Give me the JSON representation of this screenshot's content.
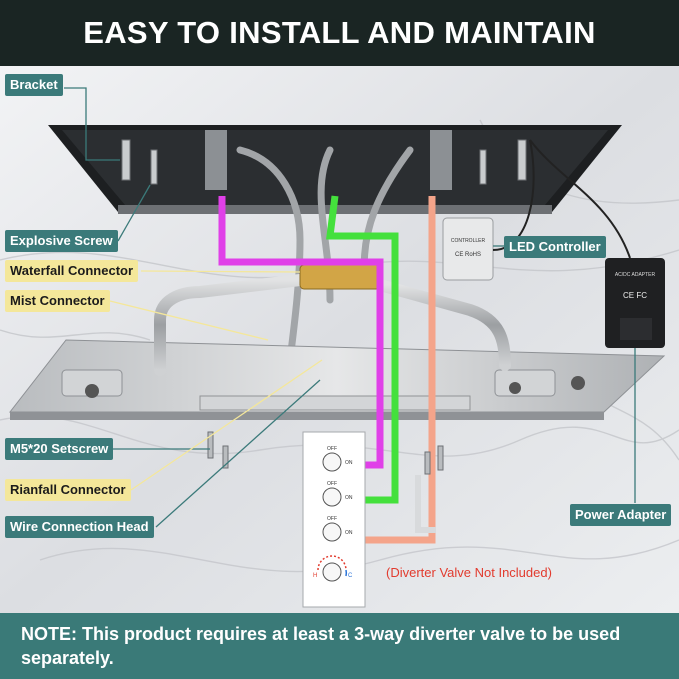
{
  "header": {
    "title": "EASY TO INSTALL AND MAINTAIN"
  },
  "labels": {
    "bracket": "Bracket",
    "explosive_screw": "Explosive Screw",
    "waterfall_connector": "Waterfall Connector",
    "mist_connector": "Mist Connector",
    "led_controller": "LED Controller",
    "m5_setscrew": "M5*20 Setscrew",
    "rainfall_connector": "Rianfall Connector",
    "wire_connection_head": "Wire Connection Head",
    "power_adapter": "Power Adapter"
  },
  "device_text": {
    "controller": "CONTROLLER",
    "ce_rohs": "CE RoHS",
    "adapter_title": "AC/DC ADAPTER",
    "adapter_marks": "CE FC",
    "valve_off": "OFF",
    "valve_on": "ON",
    "temp_h": "H",
    "temp_c": "C"
  },
  "diverter_note": "(Diverter Valve Not Included)",
  "footer": {
    "note": "NOTE: This product requires at least a 3-way diverter valve to be used separately."
  },
  "colors": {
    "header_bg": "#1a2523",
    "footer_bg": "#3a7a78",
    "label_teal": "#3b7a7a",
    "label_yellow": "#f4e79a",
    "pipe_magenta": "#e040e8",
    "pipe_green": "#44e03c",
    "pipe_salmon": "#f4a48a",
    "note_red": "#e23b2e"
  }
}
